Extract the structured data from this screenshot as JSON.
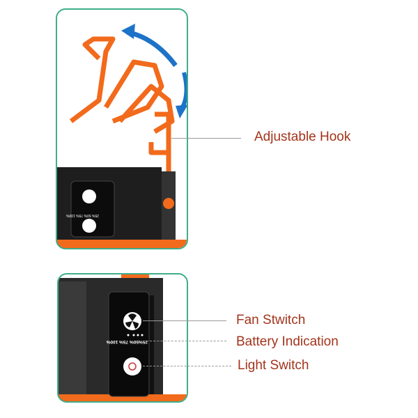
{
  "callouts": {
    "hook": "Adjustable Hook",
    "fan": "Fan Stwitch",
    "battery": "Battery Indication",
    "light": "Light Switch"
  },
  "battery_levels": [
    "25%",
    "50%",
    "75%",
    "100%"
  ],
  "colors": {
    "accent_text": "#a3341c",
    "frame": "#3fae8a",
    "hook": "#f26a1b",
    "body": "#1e1e1e",
    "arrow": "#1e73c8"
  }
}
